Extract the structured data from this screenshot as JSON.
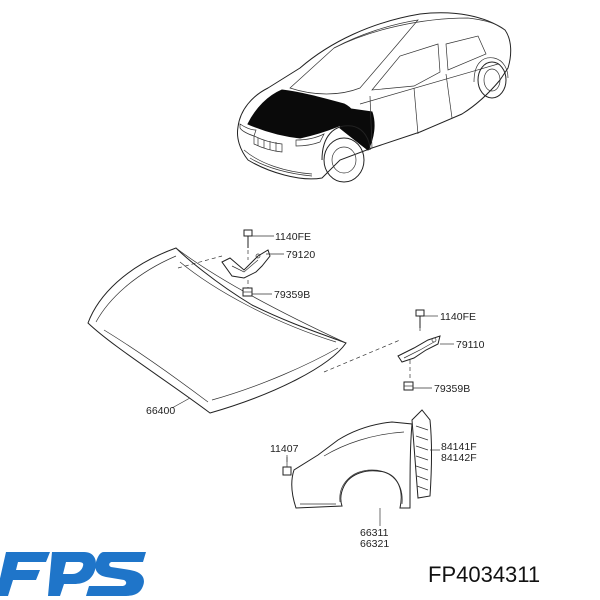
{
  "callouts": {
    "bolt_upper_left": "1140FE",
    "hinge_left": "79120",
    "bolt_lower_left": "79359B",
    "bolt_upper_right": "1140FE",
    "hinge_right": "79110",
    "bolt_lower_right": "79359B",
    "hood": "66400",
    "clip": "11407",
    "guard_a": "84141F",
    "guard_b": "84142F",
    "fender_a": "66311",
    "fender_b": "66321"
  },
  "footer": {
    "part_number": "FP4034311"
  },
  "colors": {
    "logo_blue": "#1f75c9",
    "ink": "#222222"
  }
}
